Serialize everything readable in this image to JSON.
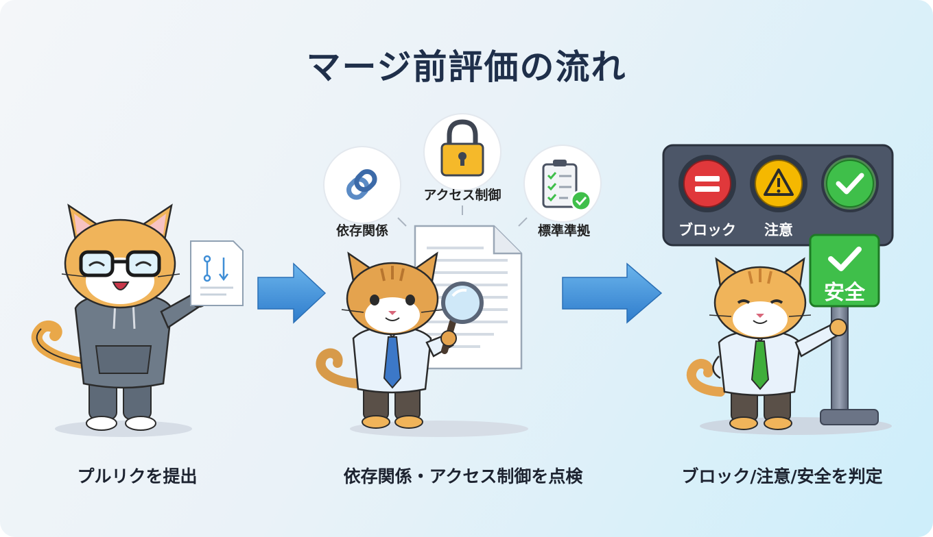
{
  "title": "マージ前評価の流れ",
  "steps": [
    {
      "caption": "プルリクを提出"
    },
    {
      "caption": "依存関係・アクセス制御を点検"
    },
    {
      "caption": "ブロック/注意/安全を判定"
    }
  ],
  "checks": {
    "dependency": "依存関係",
    "access": "アクセス制御",
    "compliance": "標準準拠"
  },
  "signal": {
    "block": "ブロック",
    "caution": "注意",
    "safe_sign": "安全"
  },
  "colors": {
    "block": "#e0383b",
    "caution": "#f5b800",
    "safe": "#3fbf4a",
    "arrow": "#3f8ed6",
    "title": "#1f2f4a"
  },
  "icons": [
    "pull-request-icon",
    "link-icon",
    "lock-icon",
    "checklist-icon",
    "magnifier-icon",
    "equals-icon",
    "warning-icon",
    "check-icon"
  ]
}
